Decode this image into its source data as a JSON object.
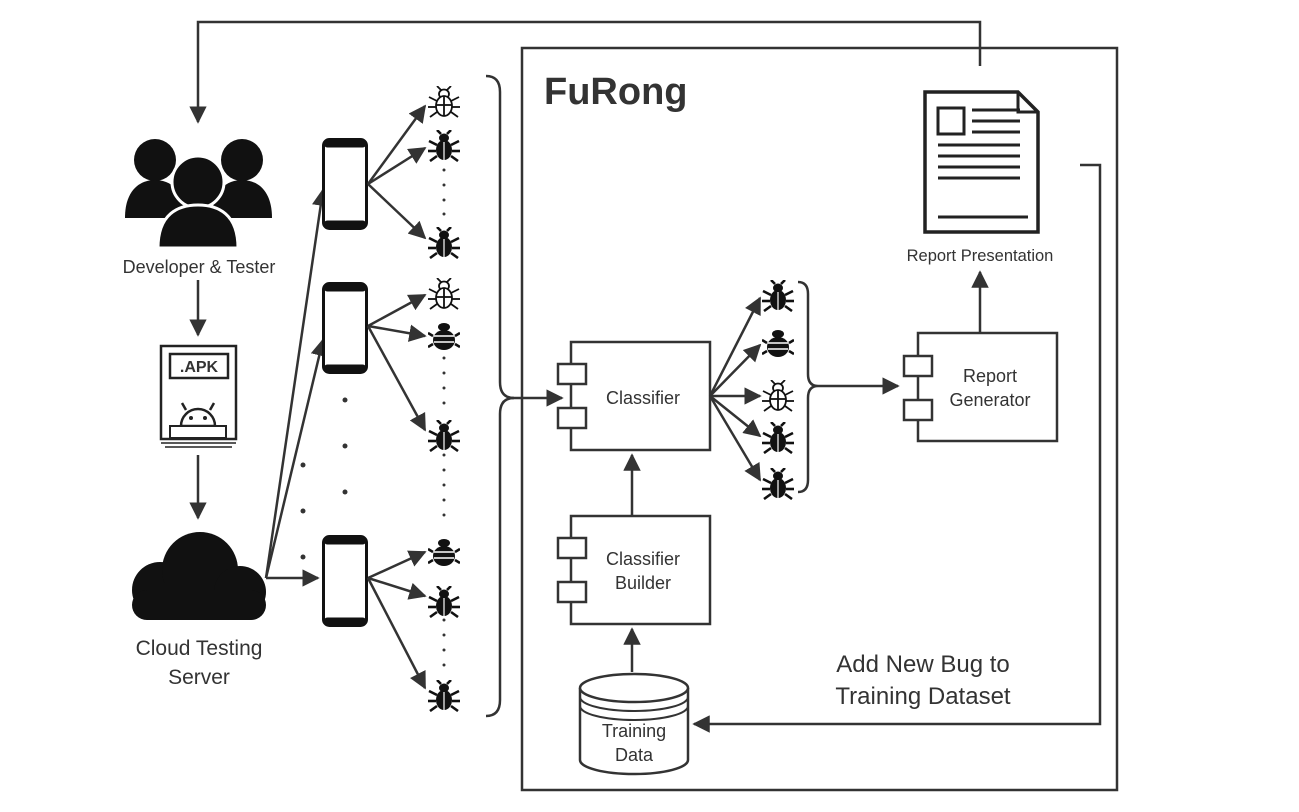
{
  "system": {
    "title": "FuRong"
  },
  "actors": {
    "developers": "Developer & Tester",
    "apk": ".APK",
    "cloud_line1": "Cloud Testing",
    "cloud_line2": "Server"
  },
  "components": {
    "classifier": "Classifier",
    "classifier_builder_line1": "Classifier",
    "classifier_builder_line2": "Builder",
    "training_data_line1": "Training",
    "training_data_line2": "Data",
    "report_generator_line1": "Report",
    "report_generator_line2": "Generator",
    "report_presentation": "Report Presentation"
  },
  "feedback": {
    "line1": "Add New Bug to",
    "line2": "Training Dataset"
  },
  "icons": {
    "people": "people-group-icon",
    "apk": "apk-package-icon",
    "cloud": "cloud-icon",
    "phone": "phone-icon",
    "bug": "bug-icon",
    "bug_outline": "bug-outline-icon",
    "report": "report-document-icon",
    "database": "database-icon"
  },
  "colors": {
    "ink": "#333333",
    "fill": "#111111",
    "background": "#ffffff"
  }
}
